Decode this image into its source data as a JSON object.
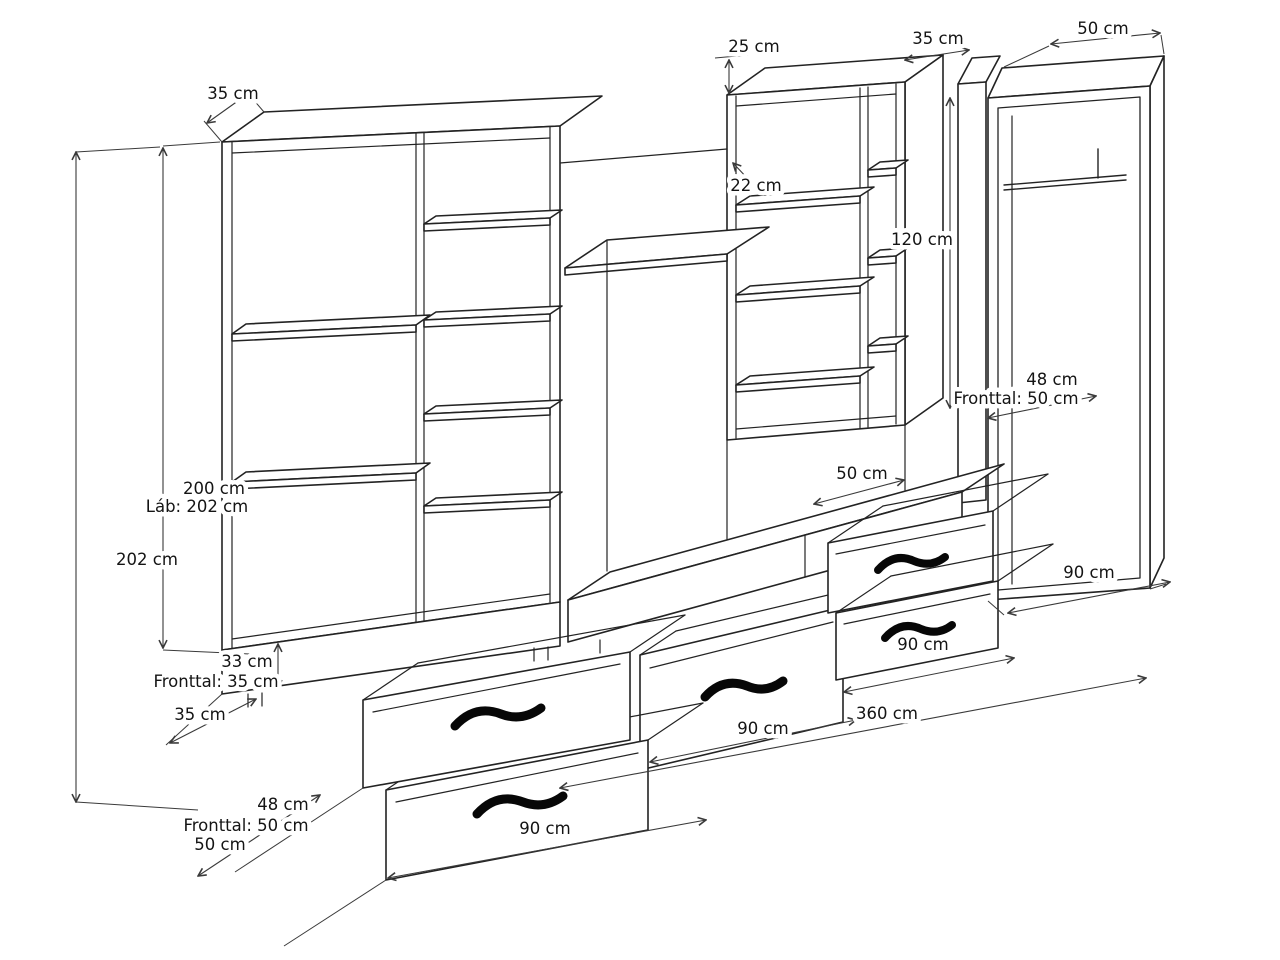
{
  "diagram": {
    "type": "furniture-dimension-drawing",
    "subject": "wall-unit with bookshelf, wall shelf, wardrobe and drawer bench",
    "unit": "cm",
    "labels": {
      "cabinet_top_depth": "35 cm",
      "shelf_unit_top_height": "25 cm",
      "divider_top_width": "35 cm",
      "wardrobe_top_depth": "50 cm",
      "bridge_shelf_depth": "22 cm",
      "shelf_unit_height": "120 cm",
      "cabinet_height": "200 cm",
      "cabinet_height_with_legs": "Láb: 202 cm",
      "total_height": "202 cm",
      "wardrobe_side_depth": "48 cm",
      "wardrobe_front_width": "Fronttal: 50 cm",
      "bench_top_depth": "50 cm",
      "wardrobe_width": "90 cm",
      "right_drawer_width": "90 cm",
      "base_height": "33 cm",
      "base_front_depth": "Fronttal: 35 cm",
      "base_depth": "35 cm",
      "middle_drawer_width": "90 cm",
      "total_width": "360 cm",
      "drawer_pull_depth": "48 cm",
      "drawer_front_width": "Fronttal: 50 cm",
      "drawer_depth": "50 cm",
      "left_drawer_width": "90 cm"
    },
    "colors": {
      "line": "#232323",
      "background": "#ffffff",
      "handle": "#070707"
    }
  }
}
